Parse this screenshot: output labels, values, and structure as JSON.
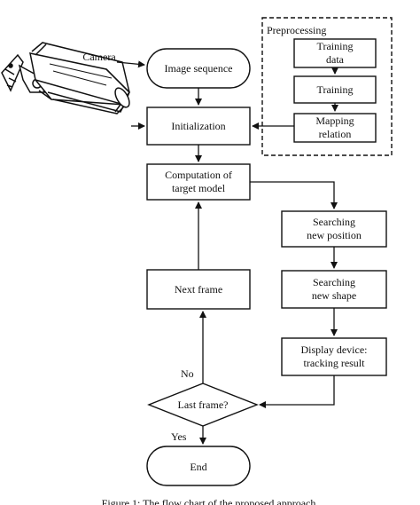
{
  "preprocessing": {
    "title": "Preprocessing",
    "training_data": [
      "Training",
      "data"
    ],
    "training": "Training",
    "mapping_relation": [
      "Mapping",
      "relation"
    ]
  },
  "camera_label": "Camera",
  "nodes": {
    "image_sequence": "Image sequence",
    "initialization": "Initialization",
    "computation": [
      "Computation of",
      "target model"
    ],
    "searching_position": [
      "Searching",
      "new position"
    ],
    "searching_shape": [
      "Searching",
      "new shape"
    ],
    "display_device": [
      "Display device:",
      "tracking result"
    ],
    "next_frame": "Next frame",
    "last_frame": "Last frame?",
    "end": "End"
  },
  "edge_labels": {
    "no": "No",
    "yes": "Yes"
  },
  "caption": "Figure 1: The flow chart of the proposed approach."
}
